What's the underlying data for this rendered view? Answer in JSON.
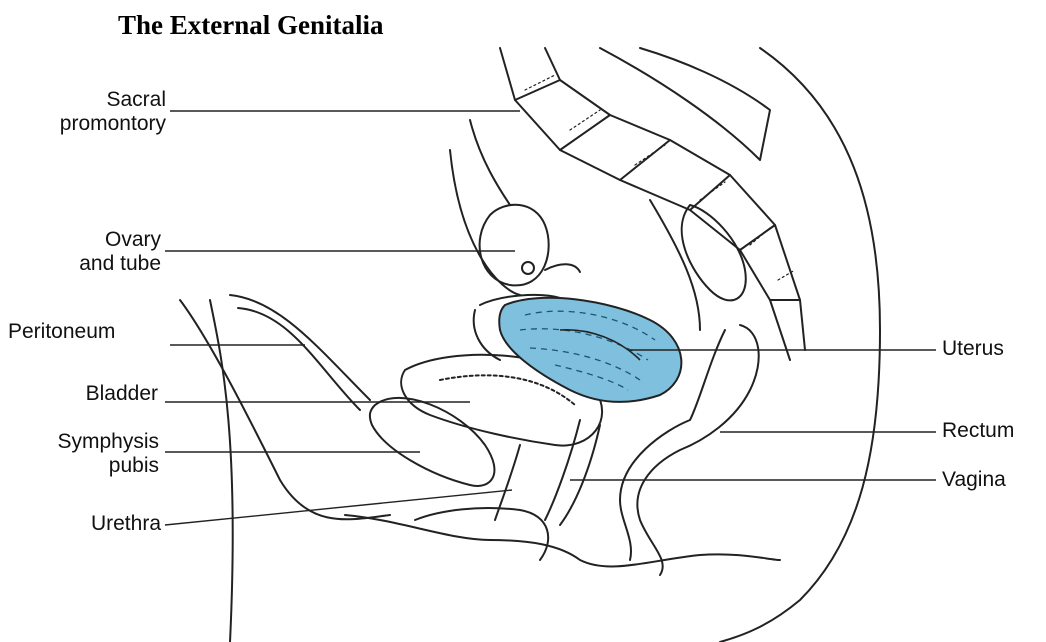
{
  "title": "The External Genitalia",
  "labels": {
    "sacral_1": "Sacral",
    "sacral_2": "promontory",
    "ovary_1": "Ovary",
    "ovary_2": "and tube",
    "peritoneum": "Peritoneum",
    "bladder": "Bladder",
    "symphysis_1": "Symphysis",
    "symphysis_2": "pubis",
    "urethra": "Urethra",
    "uterus": "Uterus",
    "rectum": "Rectum",
    "vagina": "Vagina"
  },
  "colors": {
    "uterus_fill": "#7fc0de",
    "line": "#222222"
  }
}
